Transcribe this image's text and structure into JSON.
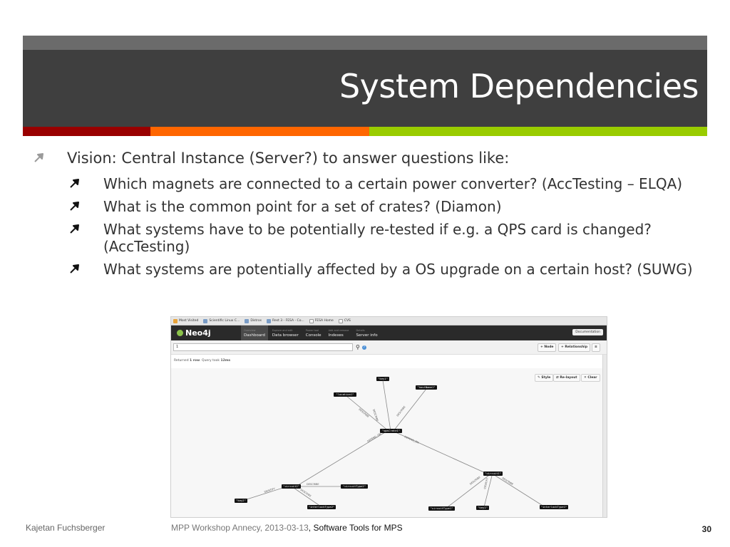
{
  "slide": {
    "title": "System Dependencies",
    "accent_colors": [
      "#990000",
      "#ff6600",
      "#99cc00"
    ],
    "bullets": {
      "main": "Vision: Central Instance (Server?) to answer questions like:",
      "sub": [
        "Which magnets are connected to a certain power converter? (AccTesting – ELQA)",
        "What is the common point for a set of crates? (Diamon)",
        "What systems have to be potentially re-tested if e.g. a QPS card is changed? (AccTesting)",
        "What systems are potentially affected by a OS upgrade on a certain host? (SUWG)"
      ]
    },
    "footer": {
      "author": "Kajetan Fuchsberger",
      "event": "MPP Workshop Annecy, 2013-03-13",
      "separator": ",",
      "topic": "Software Tools for MPS",
      "page": "30"
    }
  },
  "screenshot": {
    "bookmarks": [
      "Most Visited",
      "Scientific Linux C...",
      "Distros",
      "Rest 3 - FESA - Co...",
      "FESA Home",
      "CVS"
    ],
    "app_name": "Neo4j",
    "tabs": [
      {
        "small": "Overview",
        "label": "Dashboard"
      },
      {
        "small": "Explore and edit",
        "label": "Data browser"
      },
      {
        "small": "Power tool",
        "label": "Console"
      },
      {
        "small": "Add and remove",
        "label": "Indexes"
      },
      {
        "small": "Details",
        "label": "Server info"
      }
    ],
    "documentation_label": "Documentation",
    "query_value": "1",
    "node_button": "Node",
    "relationship_button": "Relationship",
    "status_prefix": "Returned",
    "status_rows": "1 row",
    "status_mid": ". Query took",
    "status_time": "12ms",
    "style_button": "Style",
    "relayout_button": "Re-layout",
    "clear_button": "Clear",
    "graph": {
      "nodes": [
        {
          "label": "\"key1\""
        },
        {
          "label": "\"location1\""
        },
        {
          "label": "\"hostName1\""
        },
        {
          "label": "\"qpsCrate1\""
        },
        {
          "label": "\"circuit1\""
        },
        {
          "label": "\"circuit2\""
        },
        {
          "label": "\"circuitType2\""
        },
        {
          "label": "\"key2\""
        },
        {
          "label": "\"interlockType2\""
        },
        {
          "label": "\"circuitType1\""
        },
        {
          "label": "\"key1\""
        },
        {
          "label": "\"interlockType1\""
        }
      ],
      "edge_labels": [
        "DESCRIBE",
        "DEPEND_ON",
        "IDENTIFY"
      ]
    }
  }
}
